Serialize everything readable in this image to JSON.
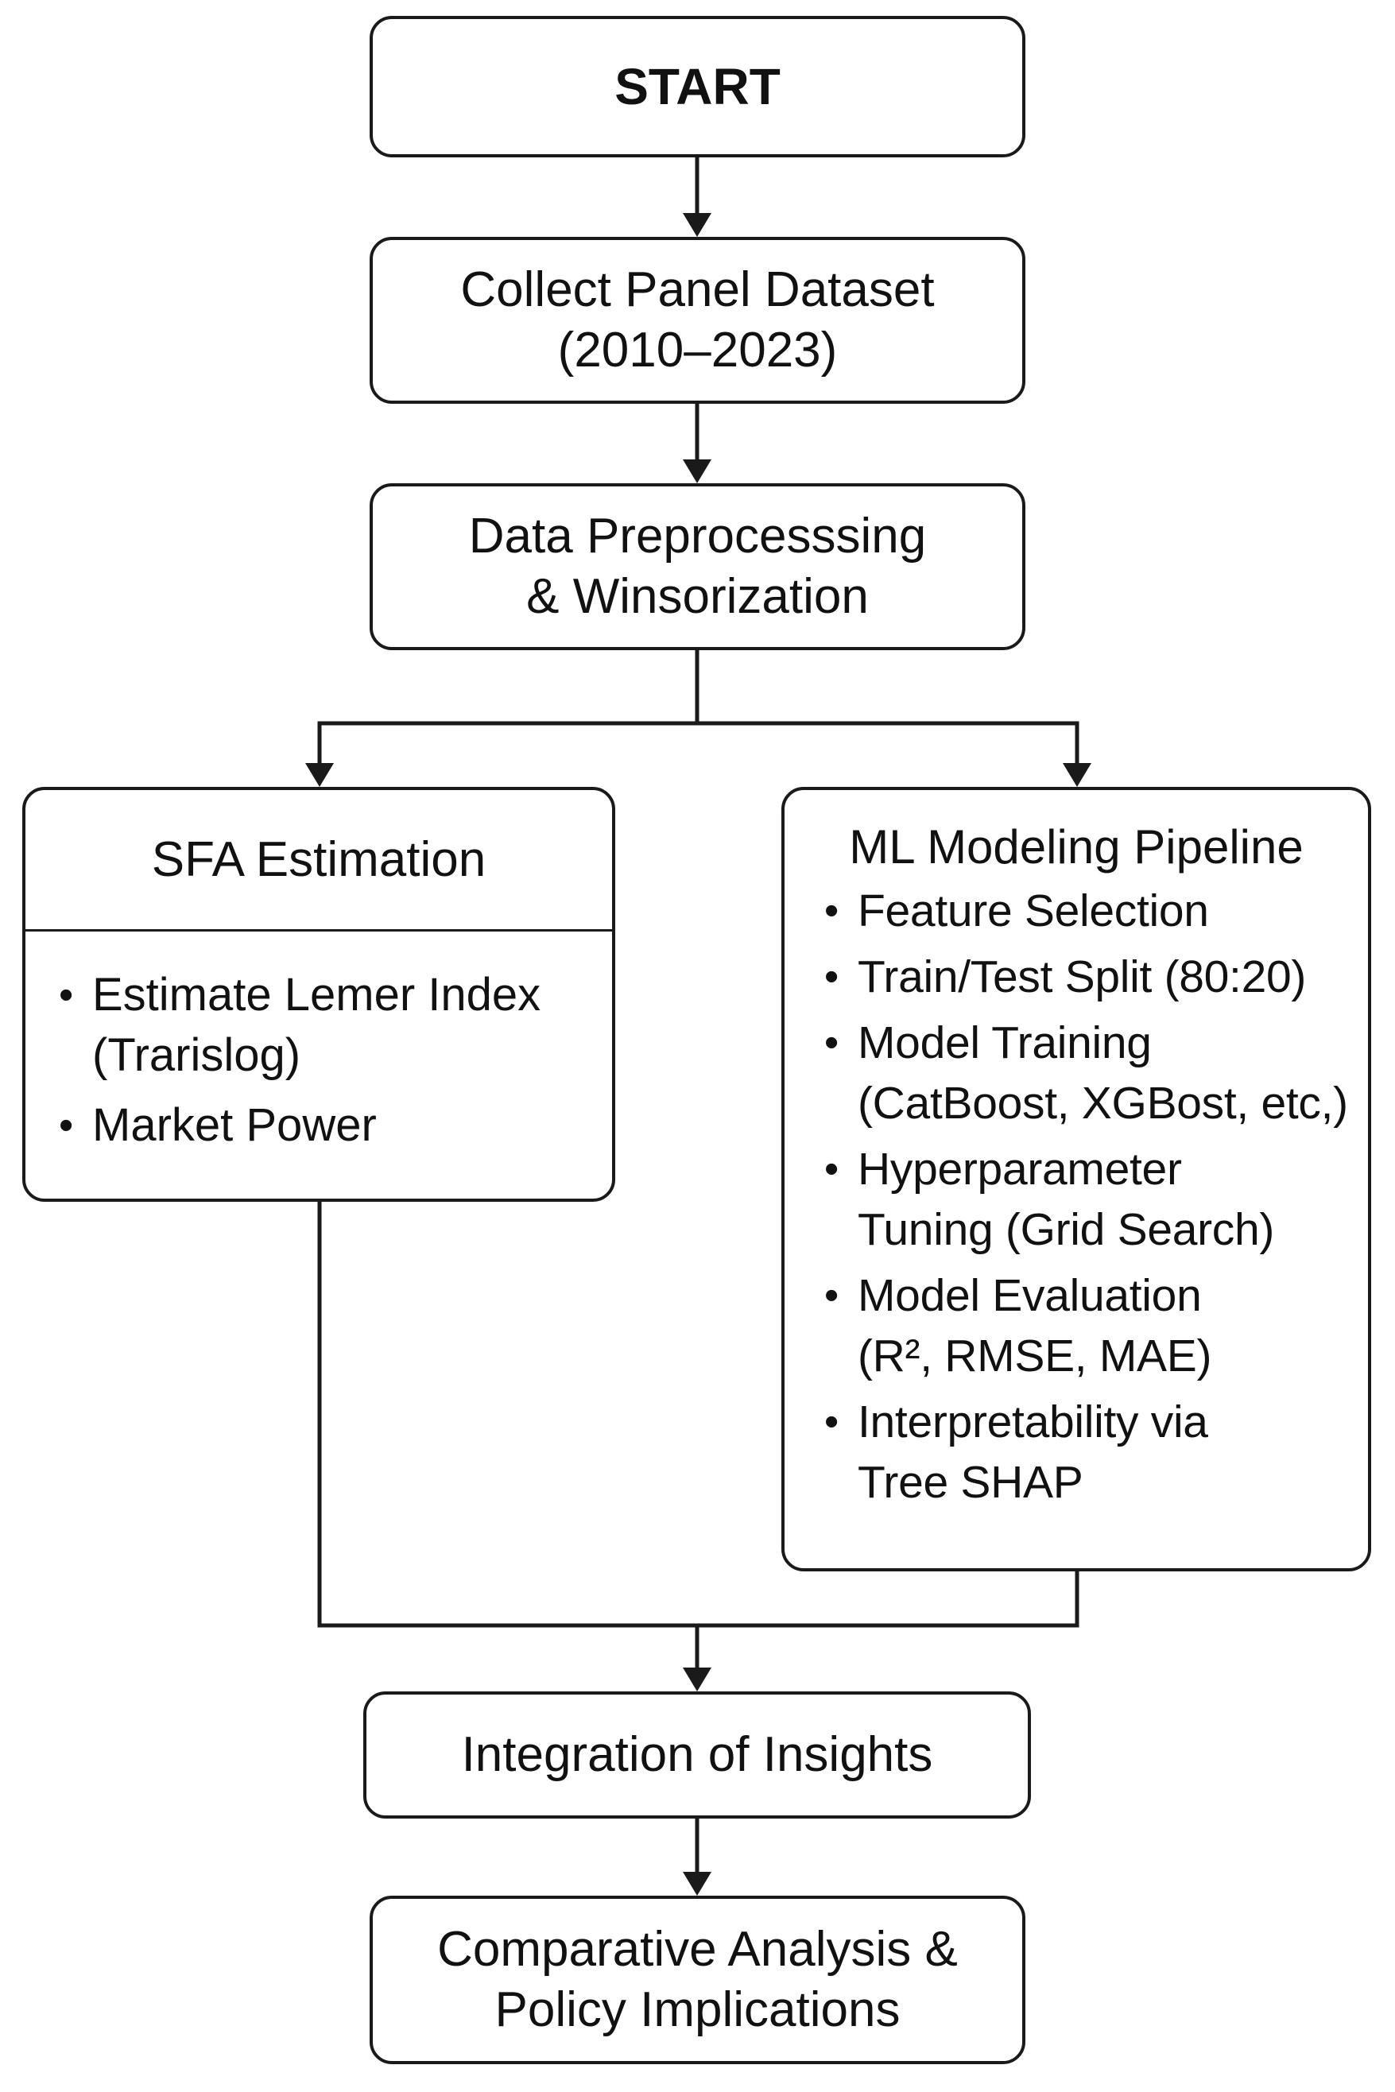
{
  "start": {
    "label": "START"
  },
  "collect": {
    "line1": "Collect Panel Dataset",
    "line2": "(2010–2023)"
  },
  "preprocess": {
    "line1": "Data Preprocesssing",
    "line2": "& Winsorization"
  },
  "sfa": {
    "title": "SFA Estimation",
    "items": [
      {
        "bullet": "•",
        "line1": "Estimate Lemer Index",
        "line2": "(Trarislog)"
      },
      {
        "bullet": "•",
        "line1": "Market Power",
        "line2": ""
      }
    ]
  },
  "ml": {
    "title": "ML Modeling Pipeline",
    "items": [
      {
        "bullet": "•",
        "line1": "Feature Selection",
        "line2": ""
      },
      {
        "bullet": "•",
        "line1": "Train/Test Split (80:20)",
        "line2": ""
      },
      {
        "bullet": "•",
        "line1": "Model Training",
        "line2": "(CatBoost, XGBost, etc,)"
      },
      {
        "bullet": "•",
        "line1": "Hyperparameter",
        "line2": "Tuning (Grid Search)"
      },
      {
        "bullet": "•",
        "line1": "Model Evaluation",
        "line2": "(R², RMSE, MAE)"
      },
      {
        "bullet": "•",
        "line1": "Interpretability via",
        "line2": "Tree SHAP"
      }
    ]
  },
  "integration": {
    "label": "Integration of Insights"
  },
  "comparative": {
    "line1": "Comparative Analysis &",
    "line2": "Policy Implications"
  }
}
